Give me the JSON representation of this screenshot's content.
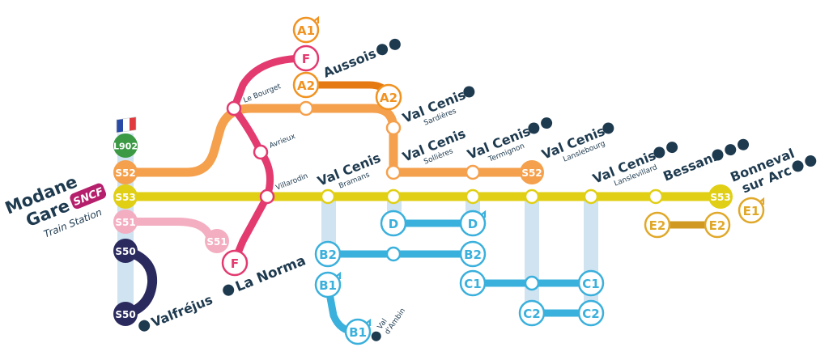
{
  "colors": {
    "s53": "#e0cf14",
    "s52": "#f5a04c",
    "s51": "#f4aec1",
    "s50": "#2b2a5e",
    "f": "#e33a70",
    "a": "#f09220",
    "a_link": "#e57a12",
    "blue": "#3ab0dc",
    "e": "#e0a82a",
    "e_link": "#d09a22",
    "shaft": "#cfe3f1",
    "l902": "#3c9a45",
    "text": "#1e3a4f",
    "sncf": "#b51f6b"
  },
  "origin": {
    "title_line1": "Modane",
    "title_line2": "Gare",
    "brand": "SNCF",
    "subtitle": "Train Station"
  },
  "stations": {
    "aussois": "Aussois",
    "valfrejus": "Valfréjus",
    "la_norma": "La Norma",
    "val_cenis": "Val Cenis",
    "sardieres": "Sardières",
    "sollieres": "Sollières",
    "bramans": "Bramans",
    "termignon": "Termignon",
    "lanslebourg": "Lanslebourg",
    "lanslevillard": "Lanslevillard",
    "bessans": "Bessans",
    "bonneval_line1": "Bonneval",
    "bonneval_line2": "sur Arc",
    "val_ambin_line1": "Val",
    "val_ambin_line2": "d'Ambin"
  },
  "intermediate_stops": {
    "le_bourget": "Le Bourget",
    "avrieux": "Avrieux",
    "villarodin": "Villarodin"
  },
  "route_badges": {
    "l902": "L902",
    "s52": "S52",
    "s53": "S53",
    "s51": "S51",
    "s50": "S50",
    "f": "F",
    "a1": "A1",
    "a2": "A2",
    "b1": "B1",
    "b2": "B2",
    "c1": "C1",
    "c2": "C2",
    "d": "D",
    "e1": "E1",
    "e2": "E2"
  },
  "icons": [
    "france-flag-icon",
    "ski-lift-icon",
    "skier-icon",
    "hiker-icon",
    "loop-arrow-icon"
  ]
}
